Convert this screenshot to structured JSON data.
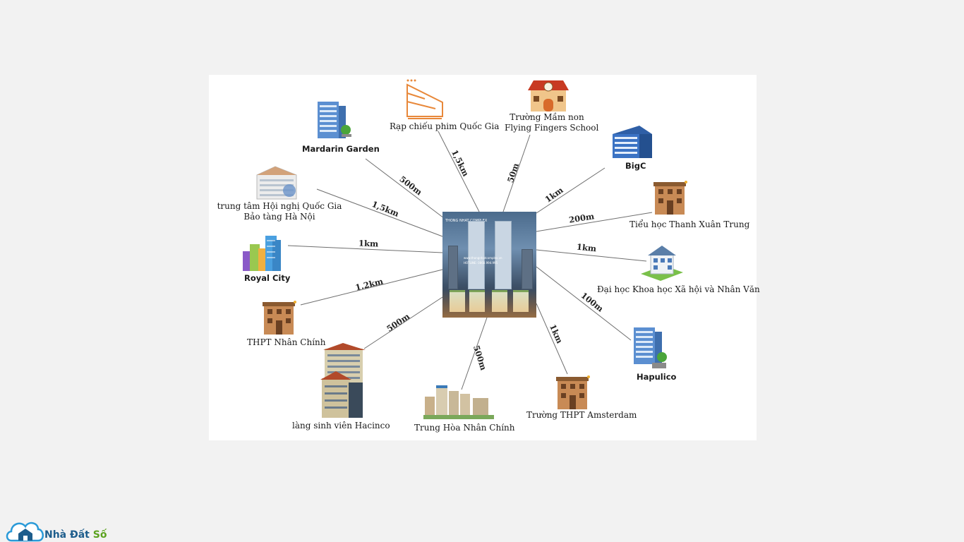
{
  "center": {
    "caption": "THONG NHAT COMPLEX",
    "website": "www.thongnhatcomplex.vn",
    "hotline": "HOTLINE: 0868.994.995"
  },
  "places": [
    {
      "name": "Mardarin Garden",
      "distance": "500m"
    },
    {
      "name": "Rạp chiếu phim Quốc Gia",
      "distance": "1,5km"
    },
    {
      "name_line1": "Trường Mầm non",
      "name_line2": "Flying Fingers School",
      "distance": "50m"
    },
    {
      "name": "BigC",
      "distance": "1km"
    },
    {
      "name_line1": "trung tâm Hội nghị Quốc Gia",
      "name_line2": "Bảo tàng Hà Nội",
      "distance": "1,5km"
    },
    {
      "name": "Tiểu học Thanh Xuân Trung",
      "distance": "200m"
    },
    {
      "name": "Royal City",
      "distance": "1km"
    },
    {
      "name": "Đại học Khoa học Xã hội và Nhân Văn",
      "distance": "1km"
    },
    {
      "name": "THPT Nhân Chính",
      "distance": "1.2km"
    },
    {
      "name": "Hapulico",
      "distance": "100m"
    },
    {
      "name": "làng sinh viên Hacinco",
      "distance": "500m"
    },
    {
      "name": "Trung Hòa Nhân Chính",
      "distance": "500m"
    },
    {
      "name": "Trường THPT Amsterdam",
      "distance": "1km"
    }
  ],
  "brand": {
    "name_main": "Nhà Đất",
    "name_accent": "Số"
  },
  "colors": {
    "brand_blue": "#1d5d8c",
    "brand_green": "#5ba21e",
    "line": "#6e6e6e"
  }
}
